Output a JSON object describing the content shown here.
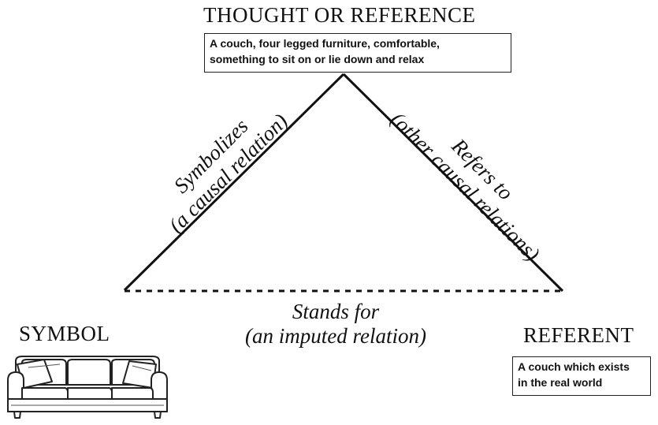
{
  "thought": {
    "heading": "THOUGHT OR REFERENCE",
    "box_line1": "A couch, four legged furniture, comfortable,",
    "box_line2": "something to sit on or lie down and relax"
  },
  "left_edge": {
    "line1": "Symbolizes",
    "line2": "(a causal relation)"
  },
  "right_edge": {
    "line1": "Refers to",
    "line2": "(other causal relations)"
  },
  "bottom_edge": {
    "line1": "Stands for",
    "line2": "(an imputed relation)"
  },
  "symbol": {
    "heading": "SYMBOL",
    "icon": "couch-icon"
  },
  "referent": {
    "heading": "REFERENT",
    "box_line1": "A couch which exists",
    "box_line2": "in the real world"
  }
}
